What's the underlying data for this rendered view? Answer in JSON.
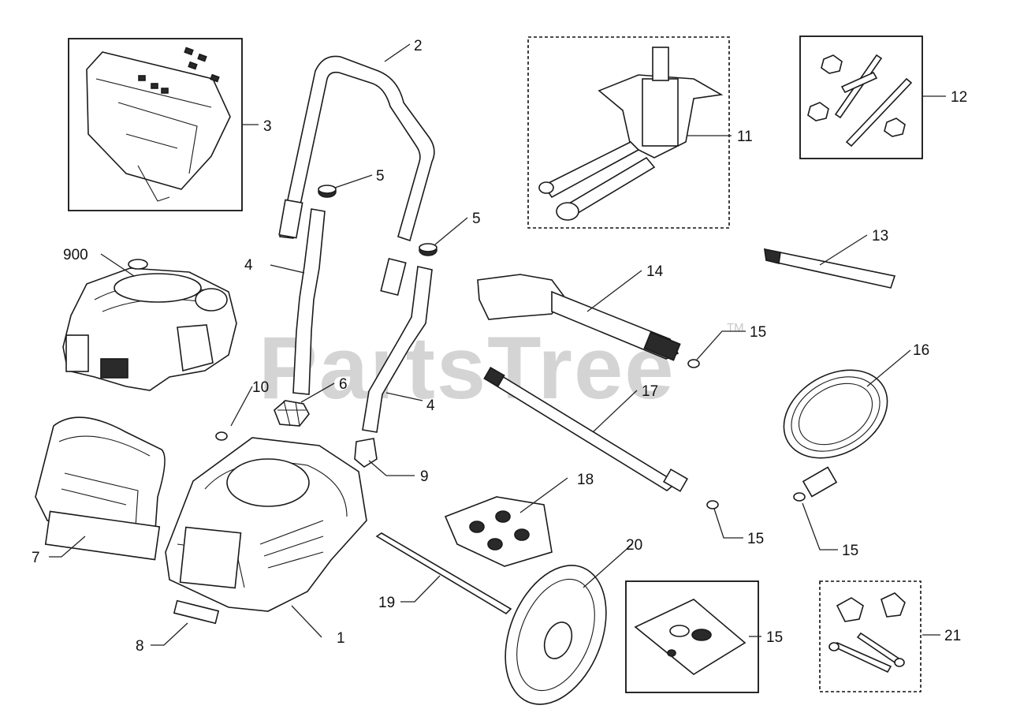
{
  "watermark": {
    "text": "PartsTree",
    "trademark": "TM"
  },
  "callouts": [
    "1",
    "2",
    "3",
    "4",
    "4",
    "5",
    "5",
    "6",
    "7",
    "8",
    "9",
    "10",
    "11",
    "12",
    "13",
    "14",
    "15",
    "15",
    "15",
    "15",
    "16",
    "17",
    "18",
    "19",
    "20",
    "21",
    "900"
  ]
}
